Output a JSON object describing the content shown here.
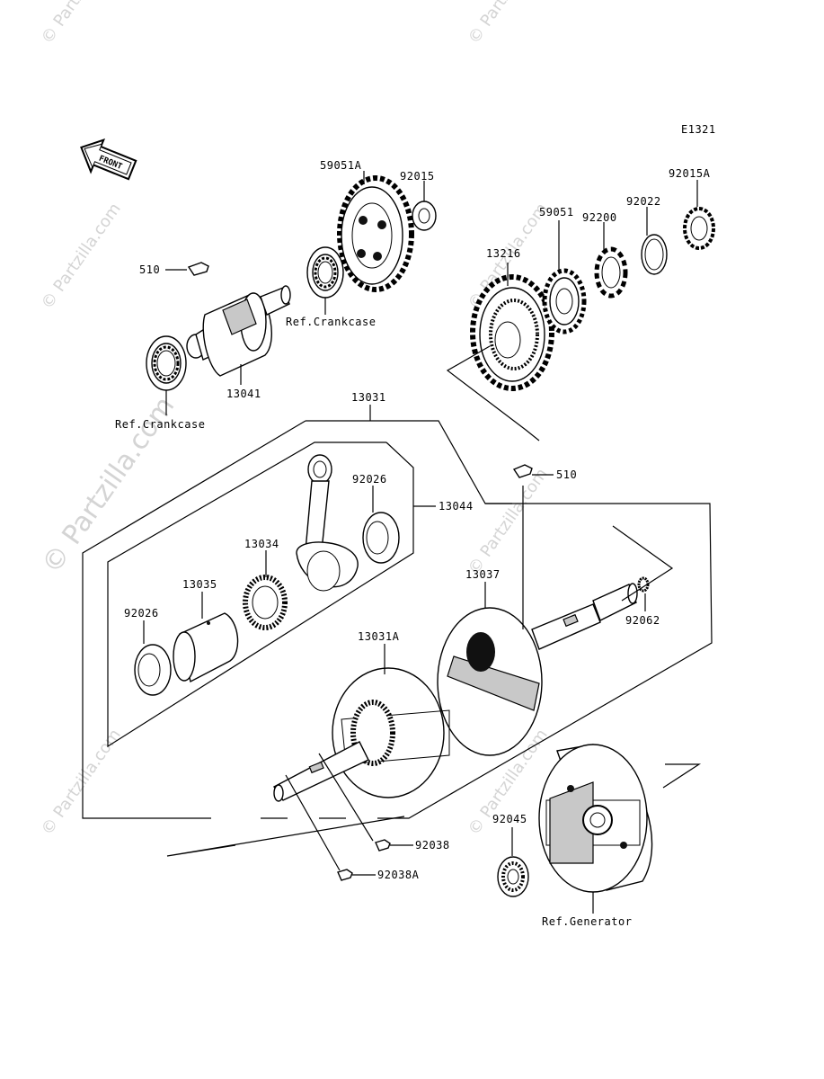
{
  "diagram_code": "E1321",
  "front_label": "FRONT",
  "watermark": {
    "main": "© Partzilla.com",
    "small": "© Partzilla.com"
  },
  "parts": {
    "p59051A": "59051A",
    "p92015": "92015",
    "p92015A": "92015A",
    "p92022": "92022",
    "p92200": "92200",
    "p59051": "59051",
    "p13216": "13216",
    "p510a": "510",
    "p510b": "510",
    "p13041": "13041",
    "p13031": "13031",
    "p13044": "13044",
    "p92026a": "92026",
    "p92026b": "92026",
    "p13034": "13034",
    "p13035": "13035",
    "p13037": "13037",
    "p92062": "92062",
    "p13031A": "13031A",
    "p92045": "92045",
    "p92038": "92038",
    "p92038A": "92038A"
  },
  "refs": {
    "crankcase_upper": "Ref.Crankcase",
    "crankcase_lower": "Ref.Crankcase",
    "generator": "Ref.Generator"
  }
}
